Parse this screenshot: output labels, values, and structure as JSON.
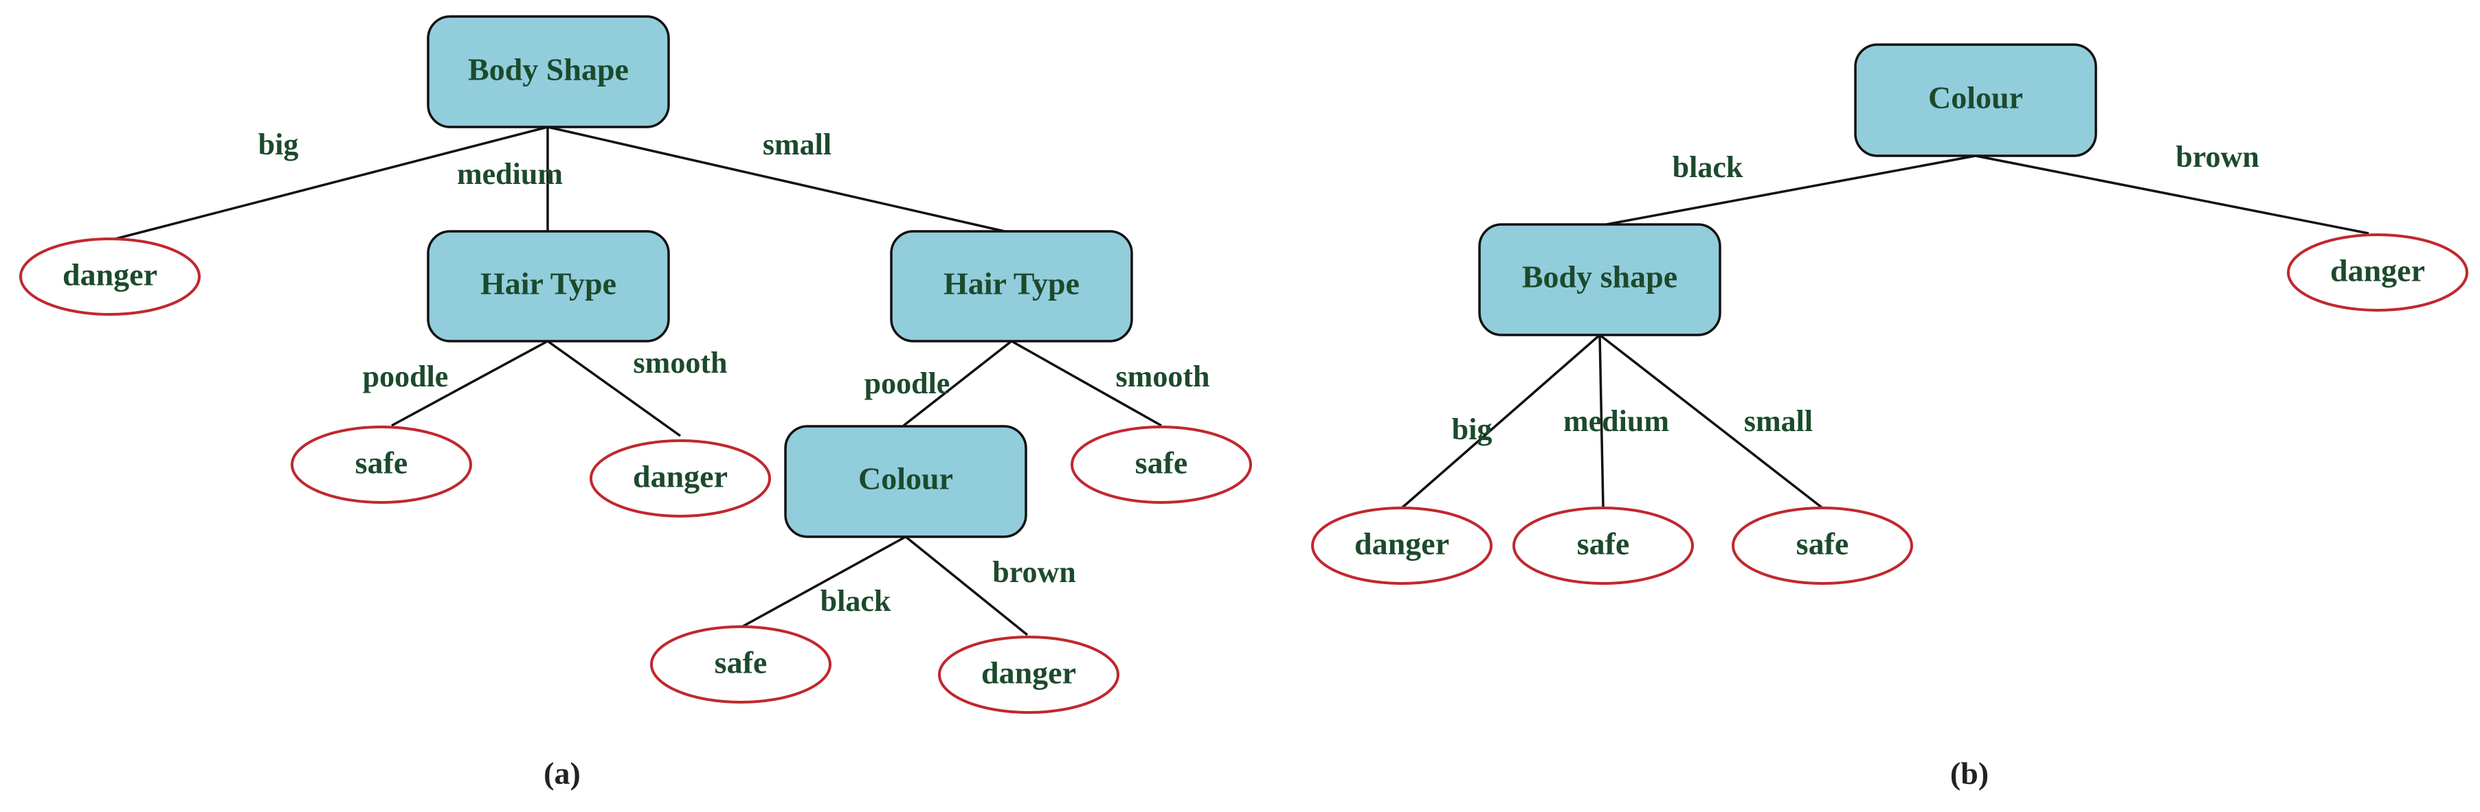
{
  "panels": [
    {
      "caption": "(a)",
      "nodes": {
        "root": "Body Shape",
        "leaf_big": "danger",
        "hair_medium": "Hair Type",
        "hair_small": "Hair Type",
        "leaf_medium_poodle": "safe",
        "leaf_medium_smooth": "danger",
        "colour": "Colour",
        "leaf_small_smooth": "safe",
        "leaf_colour_black": "safe",
        "leaf_colour_brown": "danger"
      },
      "edges": {
        "big": "big",
        "medium": "medium",
        "small": "small",
        "medium_poodle": "poodle",
        "medium_smooth": "smooth",
        "small_poodle": "poodle",
        "small_smooth": "smooth",
        "black": "black",
        "brown": "brown"
      }
    },
    {
      "caption": "(b)",
      "nodes": {
        "root": "Colour",
        "body": "Body shape",
        "leaf_brown": "danger",
        "leaf_big": "danger",
        "leaf_medium": "safe",
        "leaf_small": "safe"
      },
      "edges": {
        "black": "black",
        "brown": "brown",
        "big": "big",
        "medium": "medium",
        "small": "small"
      }
    }
  ],
  "colors": {
    "decision_node_fill": "#92cddc",
    "leaf_border": "#c0282d",
    "text": "#1c4a2c"
  }
}
